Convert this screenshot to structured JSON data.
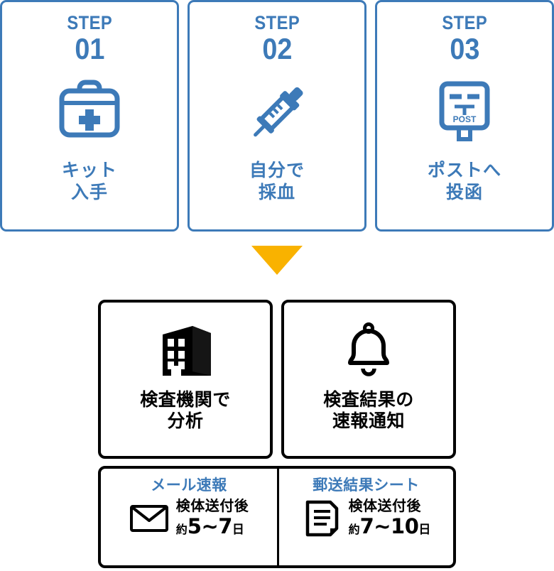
{
  "colors": {
    "brand_blue": "#3d7ab8",
    "arrow_amber": "#f9b200",
    "outline_black": "#000000",
    "background": "#ffffff"
  },
  "steps": [
    {
      "step_word": "STEP",
      "step_number": "01",
      "icon": "first-aid-kit-icon",
      "label_line1": "キット",
      "label_line2": "入手"
    },
    {
      "step_word": "STEP",
      "step_number": "02",
      "icon": "syringe-icon",
      "label_line1": "自分で",
      "label_line2": "採血"
    },
    {
      "step_word": "STEP",
      "step_number": "03",
      "icon": "postbox-icon",
      "label_line1": "ポストへ",
      "label_line2": "投函"
    }
  ],
  "arrow": {
    "icon": "down-triangle-icon"
  },
  "results": [
    {
      "icon": "building-icon",
      "label_line1": "検査機関で",
      "label_line2": "分析"
    },
    {
      "icon": "bell-icon",
      "label_line1": "検査結果の",
      "label_line2": "速報通知"
    }
  ],
  "delivery": [
    {
      "title": "メール速報",
      "icon": "envelope-icon",
      "after_text": "検体送付後",
      "approx": "約",
      "range": "5~7",
      "unit": "日"
    },
    {
      "title": "郵送結果シート",
      "icon": "document-icon",
      "after_text": "検体送付後",
      "approx": "約",
      "range": "7~10",
      "unit": "日"
    }
  ],
  "postbox_icon_text": "POST"
}
